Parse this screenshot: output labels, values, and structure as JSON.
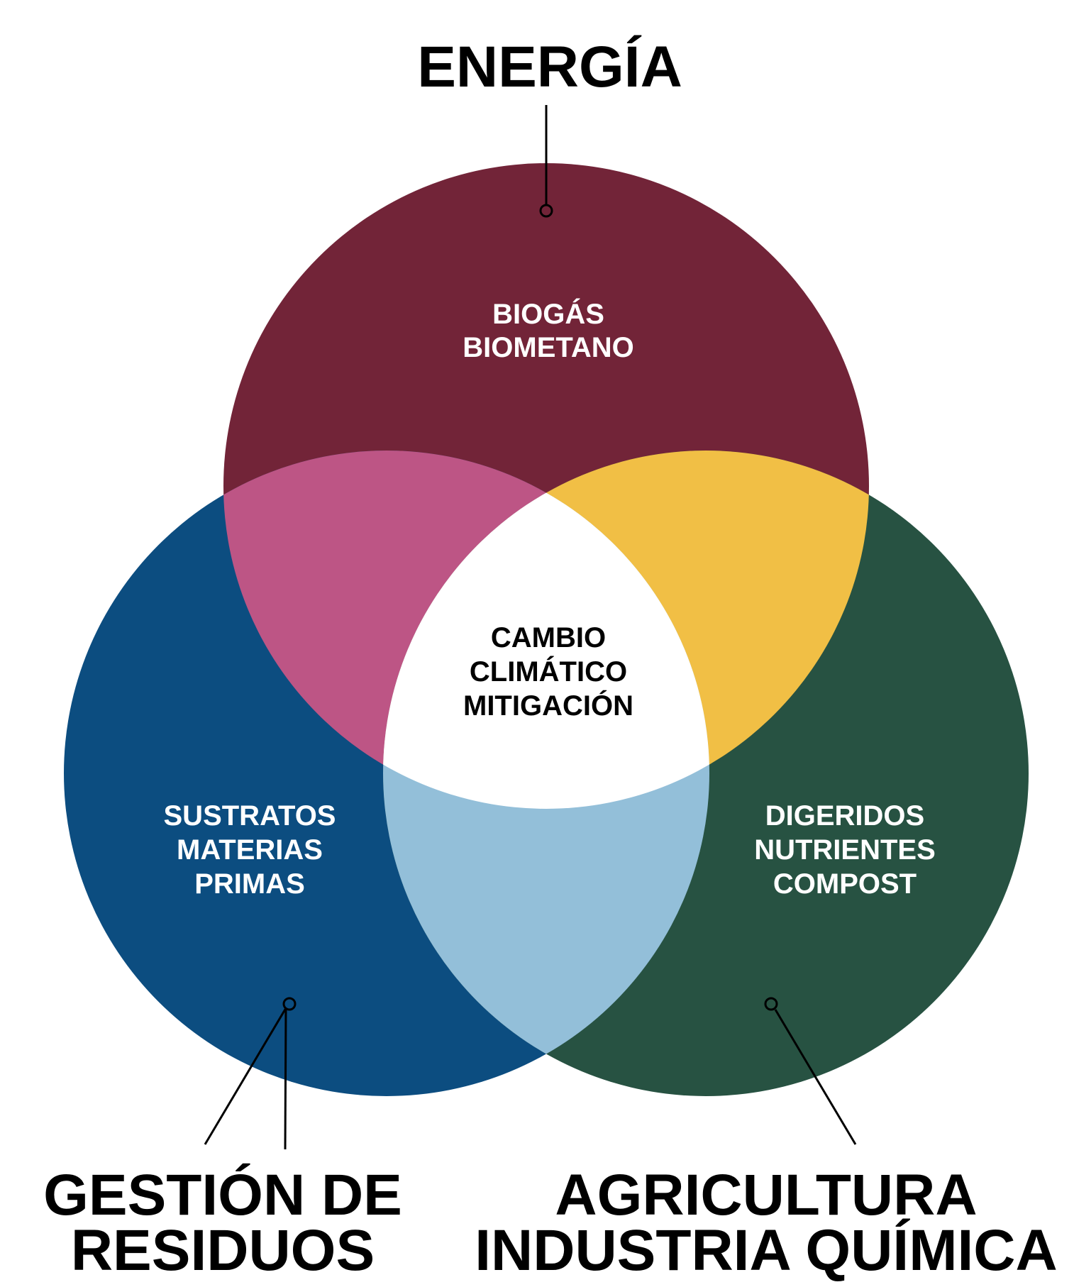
{
  "diagram": {
    "type": "venn-3",
    "colors": {
      "energia_circle": "#722438",
      "residuos_circle": "#0c4d80",
      "agricultura_circle": "#275242",
      "energia_residuos_overlap": "#bd5585",
      "energia_agricultura_overlap": "#f1bf45",
      "residuos_agricultura_overlap": "#93bfd9",
      "center_overlap": "#ffffff",
      "leader_line": "#000000"
    },
    "circles": [
      {
        "id": "energia",
        "label": "ENERGÍA",
        "items": [
          "BIOGÁS",
          "BIOMETANO"
        ]
      },
      {
        "id": "residuos",
        "label_lines": [
          "GESTIÓN DE",
          "RESIDUOS"
        ],
        "items": [
          "SUSTRATOS",
          "MATERIAS",
          "PRIMAS"
        ]
      },
      {
        "id": "agricultura",
        "label_lines": [
          "AGRICULTURA",
          "INDUSTRIA QUÍMICA"
        ],
        "items": [
          "DIGERIDOS",
          "NUTRIENTES",
          "COMPOST"
        ]
      }
    ],
    "center": {
      "lines": [
        "CAMBIO",
        "CLIMÁTICO",
        "MITIGACIÓN"
      ]
    }
  }
}
